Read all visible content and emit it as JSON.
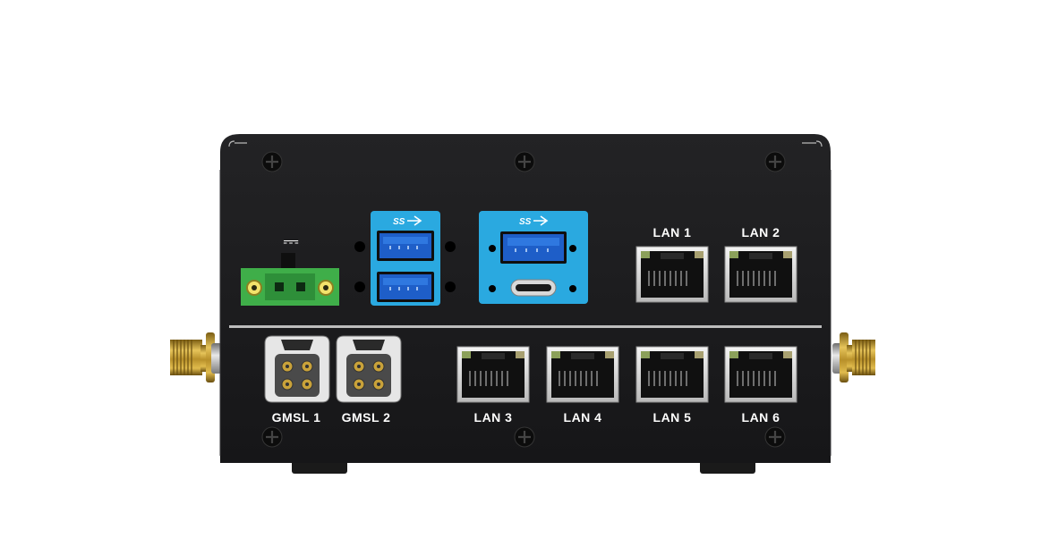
{
  "device": {
    "power_symbol": "⎓",
    "usb_logo_text": "SS",
    "ports_top": {
      "lan_1": "LAN 1",
      "lan_2": "LAN 2"
    },
    "ports_bottom": {
      "gmsl_1": "GMSL 1",
      "gmsl_2": "GMSL 2",
      "lan_3": "LAN 3",
      "lan_4": "LAN 4",
      "lan_5": "LAN 5",
      "lan_6": "LAN 6"
    },
    "colors": {
      "chassis": "#1c1c1e",
      "usb_panel": "#2aa9e0",
      "usb_port": "#1e5ec8",
      "terminal_block": "#3fae49",
      "antenna_gold": "#c9a23a"
    }
  }
}
